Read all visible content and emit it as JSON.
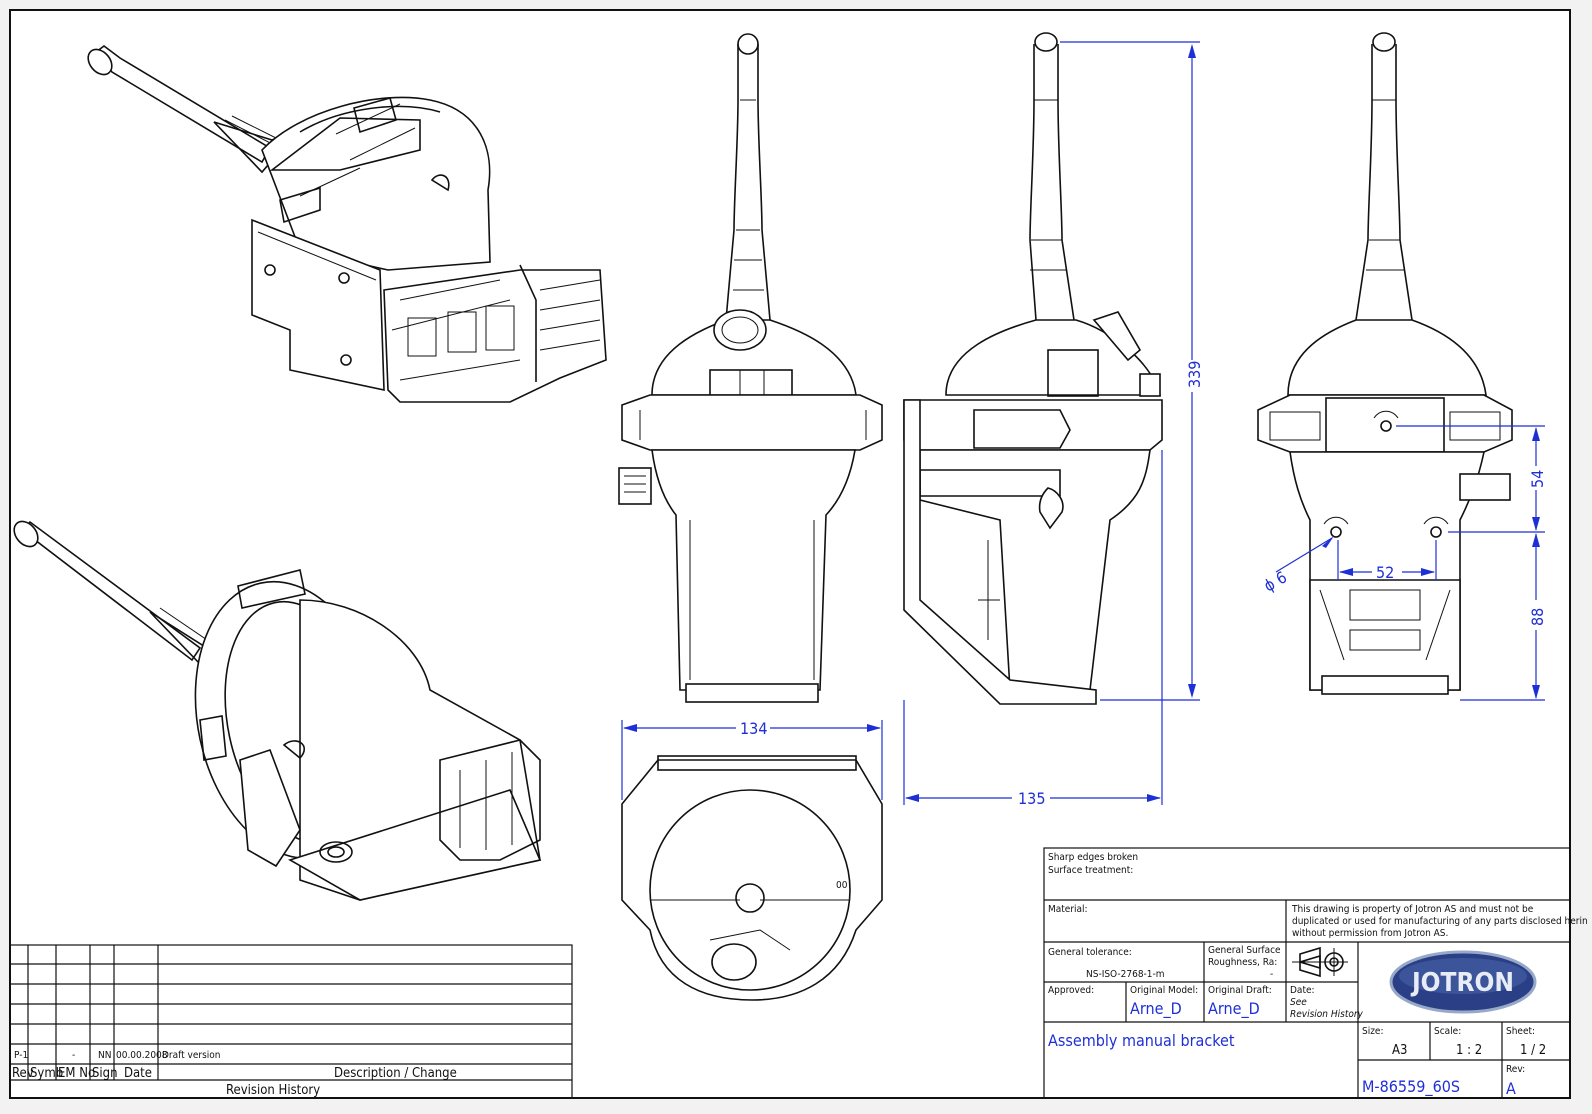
{
  "dimensions": {
    "height_339": "339",
    "depth_135": "135",
    "width_134": "134",
    "spacing_54": "54",
    "spacing_88": "88",
    "spacing_52": "52",
    "hole_dia": "ϕ 6"
  },
  "title_block": {
    "sharp_edges": "Sharp edges broken",
    "surface_treatment": "Surface treatment:",
    "material": "Material:",
    "property_notice_1": "This drawing is property of Jotron AS and must not be",
    "property_notice_2": "duplicated or used for manufacturing of any parts disclosed herin",
    "property_notice_3": "without permission from Jotron AS.",
    "general_tolerance_label": "General tolerance:",
    "general_tolerance_value": "NS-ISO-2768-1-m",
    "surface_roughness_label_1": "General Surface",
    "surface_roughness_label_2": "Roughness, Ra:",
    "surface_roughness_value": "-",
    "approved_label": "Approved:",
    "original_model_label": "Original Model:",
    "original_model_value": "Arne_D",
    "original_draft_label": "Original Draft:",
    "original_draft_value": "Arne_D",
    "date_label": "Date:",
    "date_value_1": "See",
    "date_value_2": "Revision History",
    "title": "Assembly manual bracket",
    "size_label": "Size:",
    "size_value": "A3",
    "scale_label": "Scale:",
    "scale_value": "1 : 2",
    "sheet_label": "Sheet:",
    "sheet_value": "1 / 2",
    "rev_label": "Rev:",
    "rev_value": "A",
    "drawing_number": "M-86559_60S",
    "logo_text": "JOTRON"
  },
  "revision_history": {
    "row": {
      "rev": "P-1",
      "symb": "-",
      "em_no": "NN",
      "sign": "",
      "date": "00.00.2008",
      "description": "Draft version"
    },
    "headers": {
      "rev": "Rev",
      "symb": "Symb",
      "em_no": "EM No",
      "sign": "Sign",
      "date": "Date",
      "description": "Description / Change"
    },
    "caption": "Revision History"
  },
  "colors": {
    "dimension": "#1f2fd6",
    "line": "#111111",
    "logo_blue": "#2a3f86"
  }
}
